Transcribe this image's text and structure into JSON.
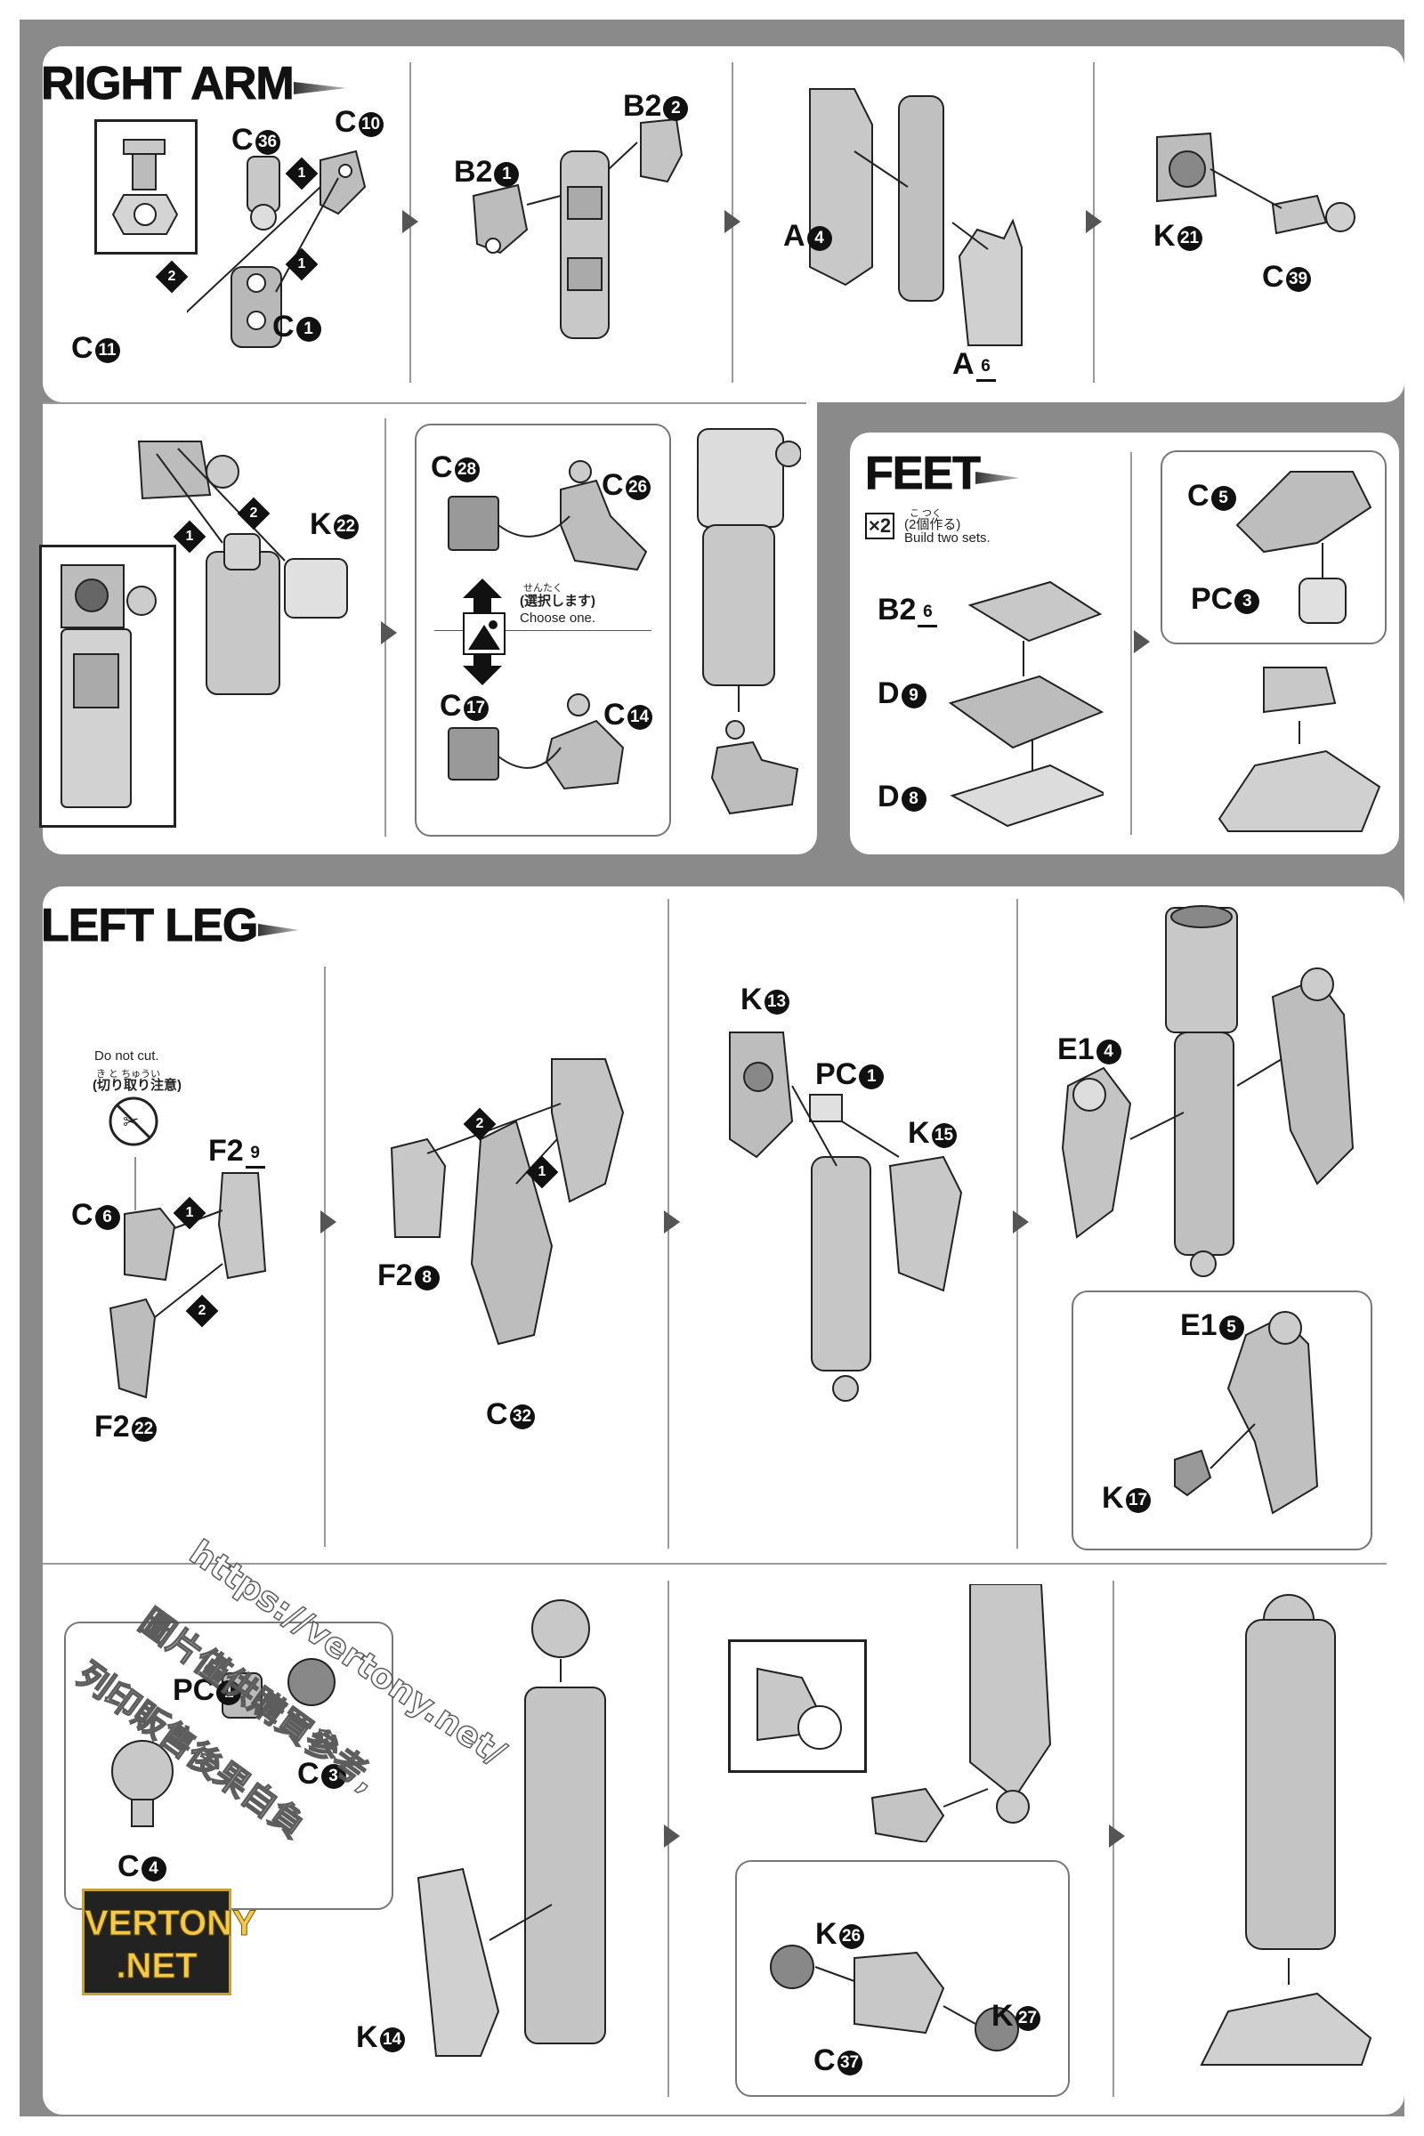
{
  "sections": {
    "right_arm": "RIGHT ARM",
    "feet": "FEET",
    "left_leg": "LEFT LEG"
  },
  "labels": {
    "ra_c36": {
      "letter": "C",
      "num": "36"
    },
    "ra_c10": {
      "letter": "C",
      "num": "10"
    },
    "ra_c11": {
      "letter": "C",
      "num": "11"
    },
    "ra_c1": {
      "letter": "C",
      "num": "1"
    },
    "ra_b2_2": {
      "letter": "B2",
      "num": "2"
    },
    "ra_b2_1": {
      "letter": "B2",
      "num": "1"
    },
    "ra_a4": {
      "letter": "A",
      "num": "4"
    },
    "ra_a6": {
      "letter": "A",
      "num": "6"
    },
    "ra_k21": {
      "letter": "K",
      "num": "21"
    },
    "ra_c39": {
      "letter": "C",
      "num": "39"
    },
    "ra_k22": {
      "letter": "K",
      "num": "22"
    },
    "ra_c28": {
      "letter": "C",
      "num": "28"
    },
    "ra_c26": {
      "letter": "C",
      "num": "26"
    },
    "ra_c17": {
      "letter": "C",
      "num": "17"
    },
    "ra_c14": {
      "letter": "C",
      "num": "14"
    },
    "ft_c5": {
      "letter": "C",
      "num": "5"
    },
    "ft_pc3": {
      "letter": "PC",
      "num": "3"
    },
    "ft_b26": {
      "letter": "B2",
      "num": "6"
    },
    "ft_d9": {
      "letter": "D",
      "num": "9"
    },
    "ft_d8": {
      "letter": "D",
      "num": "8"
    },
    "ll_c6": {
      "letter": "C",
      "num": "6"
    },
    "ll_f29": {
      "letter": "F2",
      "num": "9"
    },
    "ll_f222": {
      "letter": "F2",
      "num": "22"
    },
    "ll_f28": {
      "letter": "F2",
      "num": "8"
    },
    "ll_c32": {
      "letter": "C",
      "num": "32"
    },
    "ll_k13": {
      "letter": "K",
      "num": "13"
    },
    "ll_pc1": {
      "letter": "PC",
      "num": "1"
    },
    "ll_k15": {
      "letter": "K",
      "num": "15"
    },
    "ll_e14": {
      "letter": "E1",
      "num": "4"
    },
    "ll_e15": {
      "letter": "E1",
      "num": "5"
    },
    "ll_k17": {
      "letter": "K",
      "num": "17"
    },
    "ll2_pc1": {
      "letter": "PC",
      "num": "1"
    },
    "ll2_c3": {
      "letter": "C",
      "num": "3"
    },
    "ll2_c4": {
      "letter": "C",
      "num": "4"
    },
    "ll2_k14": {
      "letter": "K",
      "num": "14"
    },
    "ll2_k26": {
      "letter": "K",
      "num": "26"
    },
    "ll2_k27": {
      "letter": "K",
      "num": "27"
    },
    "ll2_c37": {
      "letter": "C",
      "num": "37"
    }
  },
  "notes": {
    "choose_ruby": "せんたく",
    "choose_jp": "(選択します)",
    "choose_en": "Choose one.",
    "build_two_mult": "×2",
    "build_two_ruby": "こ つく",
    "build_two_jp": "(2個作る)",
    "build_two_en": "Build two sets.",
    "do_not_cut_en": "Do not cut.",
    "do_not_cut_ruby": "き  と  ちゅうい",
    "do_not_cut_jp": "(切り取り注意)"
  },
  "steps": {
    "one": "1",
    "two": "2"
  },
  "watermark": {
    "url": "https://vertony.net/",
    "line1": "圖片僅供購買參考,",
    "line2": "列印販售後果自負"
  },
  "logo": {
    "line1": "VERTONY",
    "line2": ".NET"
  },
  "colors": {
    "frame": "#8a8a8a",
    "part_fill": "#c8c8c8",
    "part_stroke": "#222222",
    "logo_gold": "#f2c94c"
  }
}
